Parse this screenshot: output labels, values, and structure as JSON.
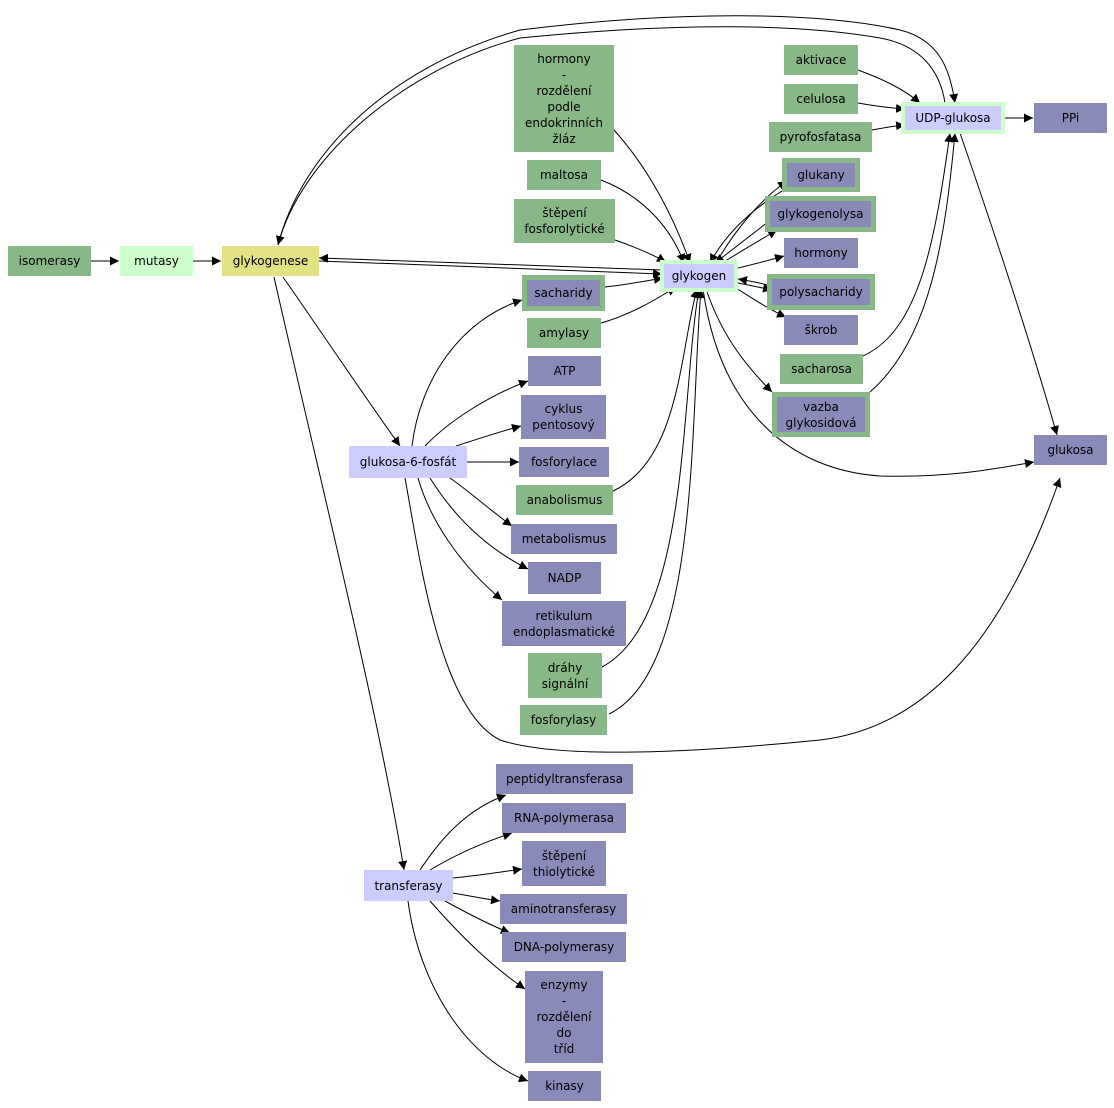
{
  "nodes": {
    "isomerasy": "isomerasy",
    "mutasy": "mutasy",
    "glykogenese": "glykogenese",
    "hormony_rozdeleni": "hormony\n-\nrozdělení\npodle\nendokrinních\nžláz",
    "maltosa": "maltosa",
    "stepeni_fosforolyticke": "štěpení\nfosforolytické",
    "sacharidy": "sacharidy",
    "amylasy": "amylasy",
    "atp": "ATP",
    "cyklus_pentosovy": "cyklus\npentosový",
    "glukosa6fosfat": "glukosa-6-fosfát",
    "fosforylace": "fosforylace",
    "anabolismus": "anabolismus",
    "metabolismus": "metabolismus",
    "nadp": "NADP",
    "retikulum": "retikulum\nendoplasmatické",
    "drahy_signalni": "dráhy\nsignální",
    "fosforylasy": "fosforylasy",
    "glykogen": "glykogen",
    "aktivace": "aktivace",
    "celulosa": "celulosa",
    "pyrofosfatasa": "pyrofosfatasa",
    "udp_glukosa": "UDP-glukosa",
    "ppi": "PPi",
    "glukany": "glukany",
    "glykogenolysa": "glykogenolysa",
    "hormony": "hormony",
    "polysacharidy": "polysacharidy",
    "skrob": "škrob",
    "sacharosa": "sacharosa",
    "vazba_glykosidova": "vazba\nglykosidová",
    "glukosa": "glukosa",
    "peptidyltransferasa": "peptidyltransferasa",
    "rna_polymerasa": "RNA-polymerasa",
    "stepeni_thiolyticke": "štěpení\nthiolytické",
    "transferasy": "transferasy",
    "aminotransferasy": "aminotransferasy",
    "dna_polymerasy": "DNA-polymerasy",
    "enzymy_rozdeleni": "enzymy\n-\nrozdělení\ndo\ntříd",
    "kinasy": "kinasy"
  },
  "colors": {
    "green": "#88b888",
    "blue": "#8a8ab8",
    "light_blue": "#ccccff",
    "light_green": "#ccffcc",
    "yellow": "#e2e285"
  }
}
